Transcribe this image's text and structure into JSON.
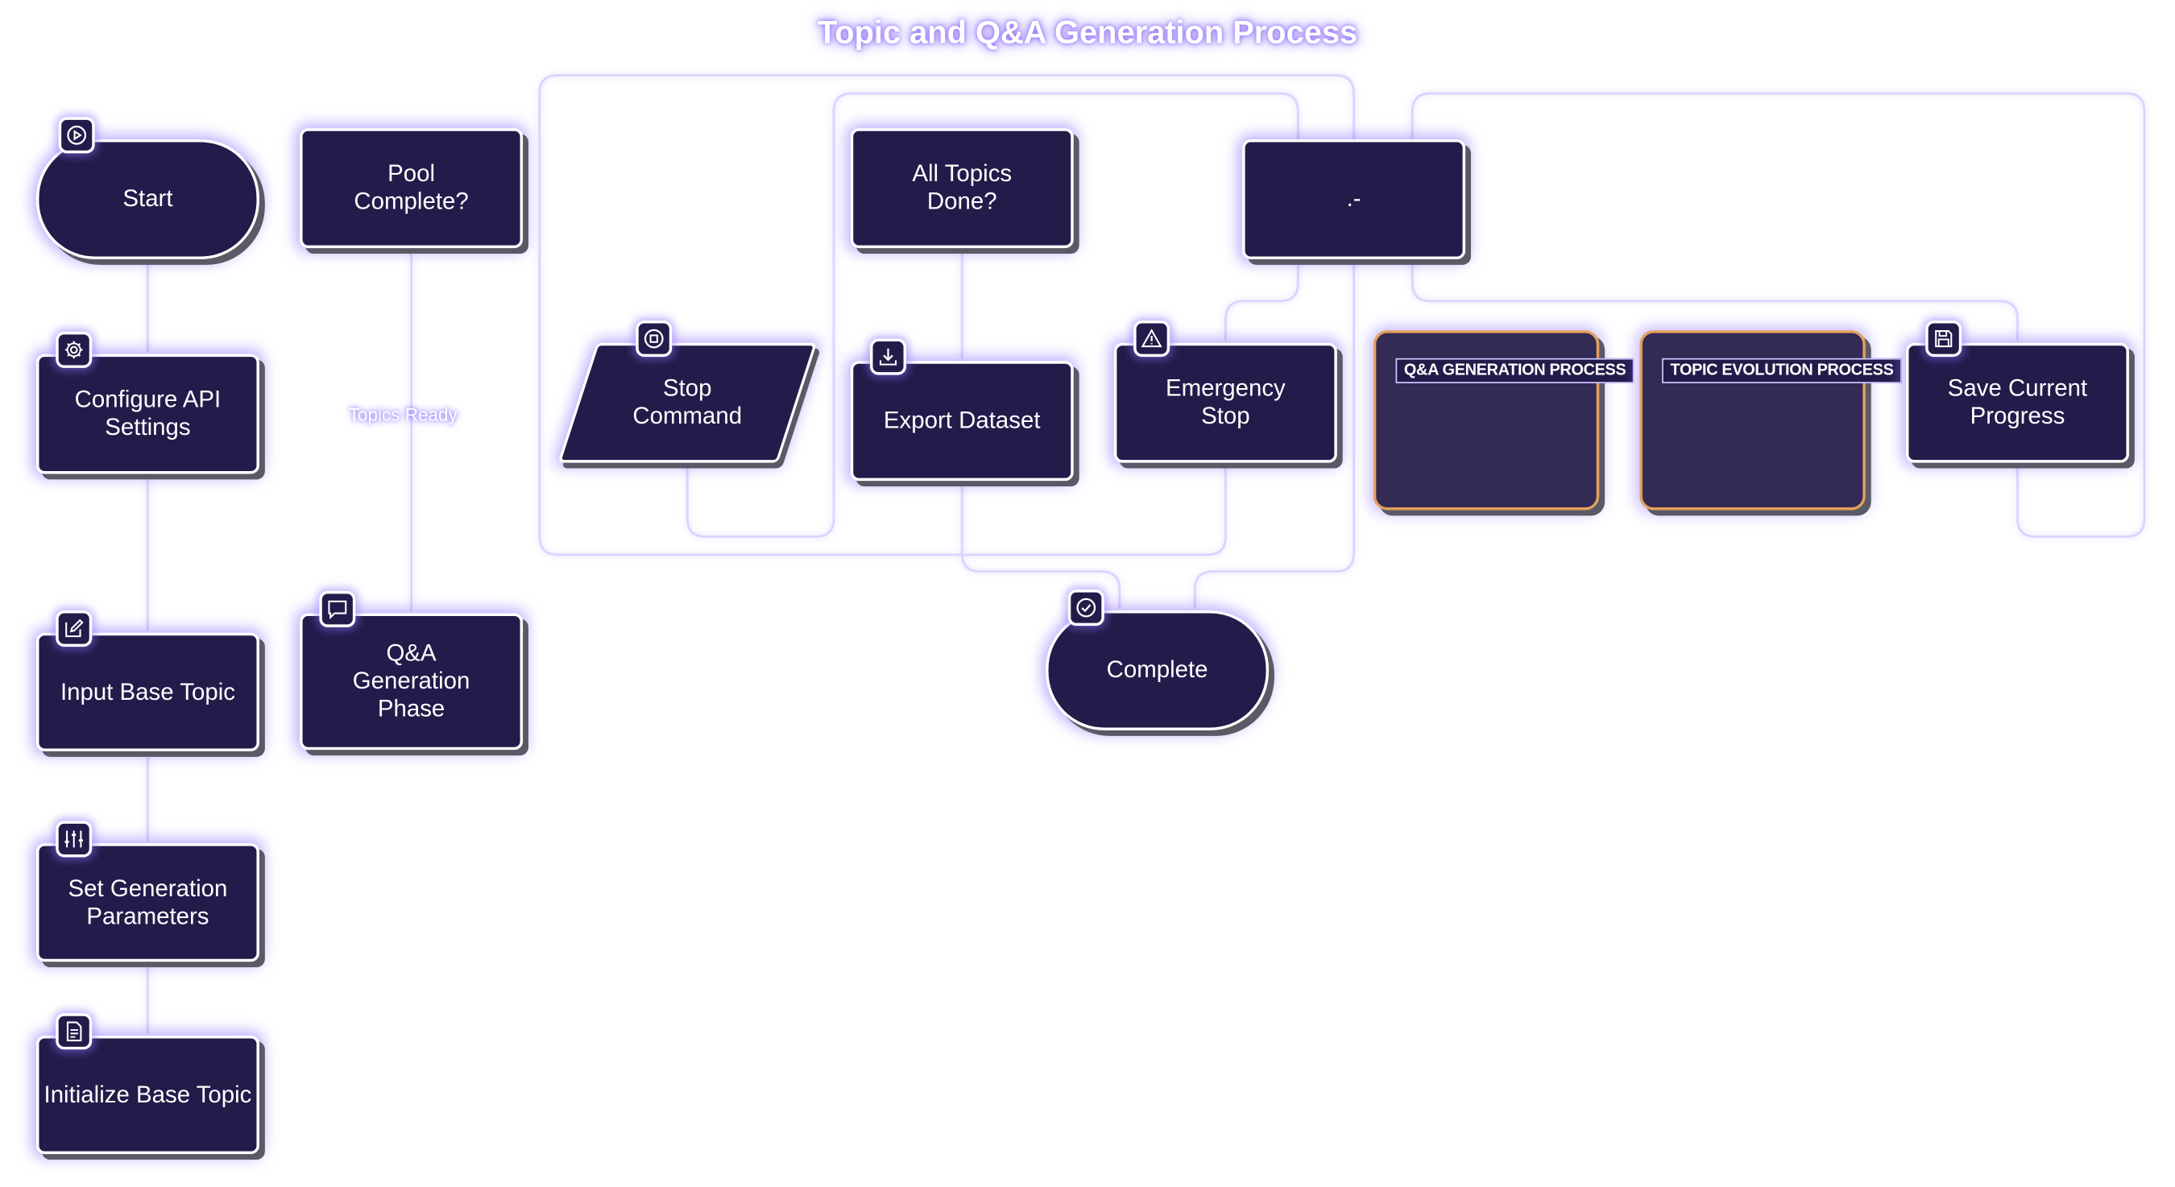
{
  "title": "Topic and Q&A Generation Process",
  "nodes": {
    "start": "Start",
    "configure_api": "Configure API Settings",
    "input_base_topic": "Input Base Topic",
    "set_generation_parameters": "Set Generation Parameters",
    "initialize_base_topic": "Initialize Base Topic",
    "pool_complete": "Pool Complete?",
    "qa_generation_phase": "Q&A Generation Phase",
    "stop_command": "Stop Command",
    "all_topics_done": "All Topics Done?",
    "export_dataset": "Export Dataset",
    "unnamed_decision": ".-",
    "emergency_stop": "Emergency Stop",
    "save_current_progress": "Save Current Progress",
    "complete": "Complete"
  },
  "groups": {
    "qa_generation_process": "Q&A GENERATION PROCESS",
    "topic_evolution_process": "TOPIC EVOLUTION PROCESS"
  },
  "edge_labels": {
    "topics_ready": "Topics Ready"
  },
  "icons": {
    "start": "play-icon",
    "configure_api": "gear-icon",
    "input_base_topic": "edit-icon",
    "set_generation_parameters": "sliders-icon",
    "initialize_base_topic": "document-icon",
    "qa_generation_phase": "chat-icon",
    "stop_command": "stop-icon",
    "export_dataset": "download-icon",
    "emergency_stop": "warning-icon",
    "save_current_progress": "save-icon",
    "complete": "check-circle-icon"
  },
  "colors": {
    "node_fill": "#221c4a",
    "group_fill": "#332a55",
    "group_border": "#e3a05a",
    "glow": "#9b80ff",
    "edge": "#ffffff"
  }
}
